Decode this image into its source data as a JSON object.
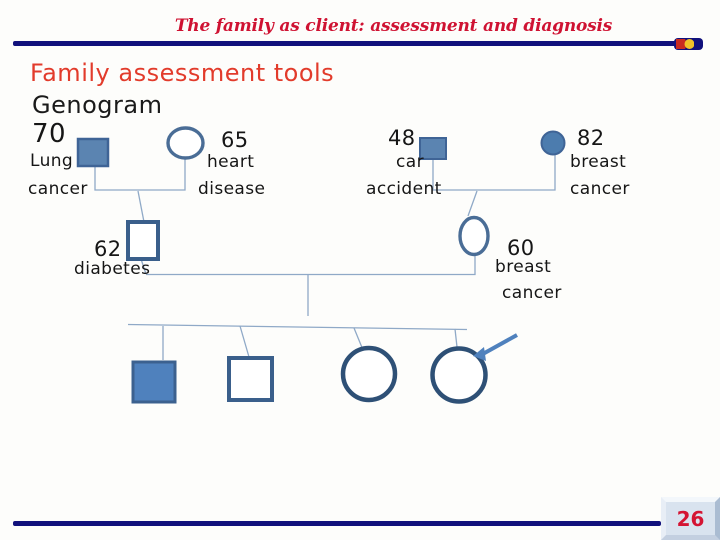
{
  "header": {
    "title": "The family as client: assessment and diagnosis"
  },
  "main": {
    "heading": "Family assessment tools",
    "subheading": "Genogram"
  },
  "genogram": {
    "gen1": {
      "paternal_grandfather": {
        "age": "70",
        "cond1": "Lung",
        "cond2": "cancer"
      },
      "paternal_grandmother": {
        "age": "65",
        "cond1": "heart",
        "cond2": "disease"
      },
      "maternal_grandfather": {
        "age": "48",
        "cond1": "car",
        "cond2": "accident"
      },
      "maternal_grandmother": {
        "age": "82",
        "cond1": "breast",
        "cond2": "cancer"
      }
    },
    "gen2": {
      "father": {
        "age": "62",
        "cond1": "diabetes"
      },
      "mother": {
        "age": "60",
        "cond1": "breast",
        "cond2": "cancer"
      }
    }
  },
  "footer": {
    "page_number": "26"
  },
  "colors": {
    "accent_navy": "#11117c",
    "title_red": "#cf1232",
    "heading_red": "#e23b2b",
    "shape_fill_blue": "#5b84b1",
    "shape_fill_blue_dark": "#4f81bd",
    "shape_border_blue": "#3c618f",
    "connector_blue": "#8fa9c7",
    "page_number_red": "#d41433"
  }
}
